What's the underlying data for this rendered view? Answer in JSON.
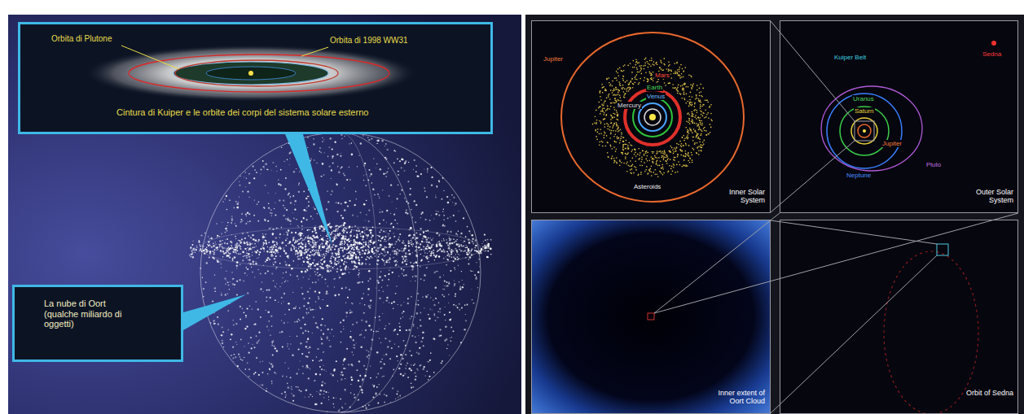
{
  "diagram": {
    "nodes": [
      {
        "text": [
          "Orbita di Plutone",
          "Orbita di 1998 WW31",
          "Cintura di Kuiper e le orbite dei corpi del sistema solare esterno"
        ]
      },
      {
        "text": [
          "La nube di Oort (qualche miliardo di oggetti)"
        ]
      },
      {
        "text": [
          "Inner Solar System",
          "Jupiter",
          "Mars",
          "Earth",
          "Venus",
          "Mercury",
          "Asteroids"
        ]
      },
      {
        "text": [
          "Outer Solar System",
          "Kuiper Belt",
          "Sedna",
          "Uranus",
          "Saturn",
          "Jupiter",
          "Neptune",
          "Pluto"
        ]
      },
      {
        "text": [
          "Inner extent of Oort Cloud"
        ]
      },
      {
        "text": [
          "Orbit of Sedna"
        ]
      }
    ]
  }
}
